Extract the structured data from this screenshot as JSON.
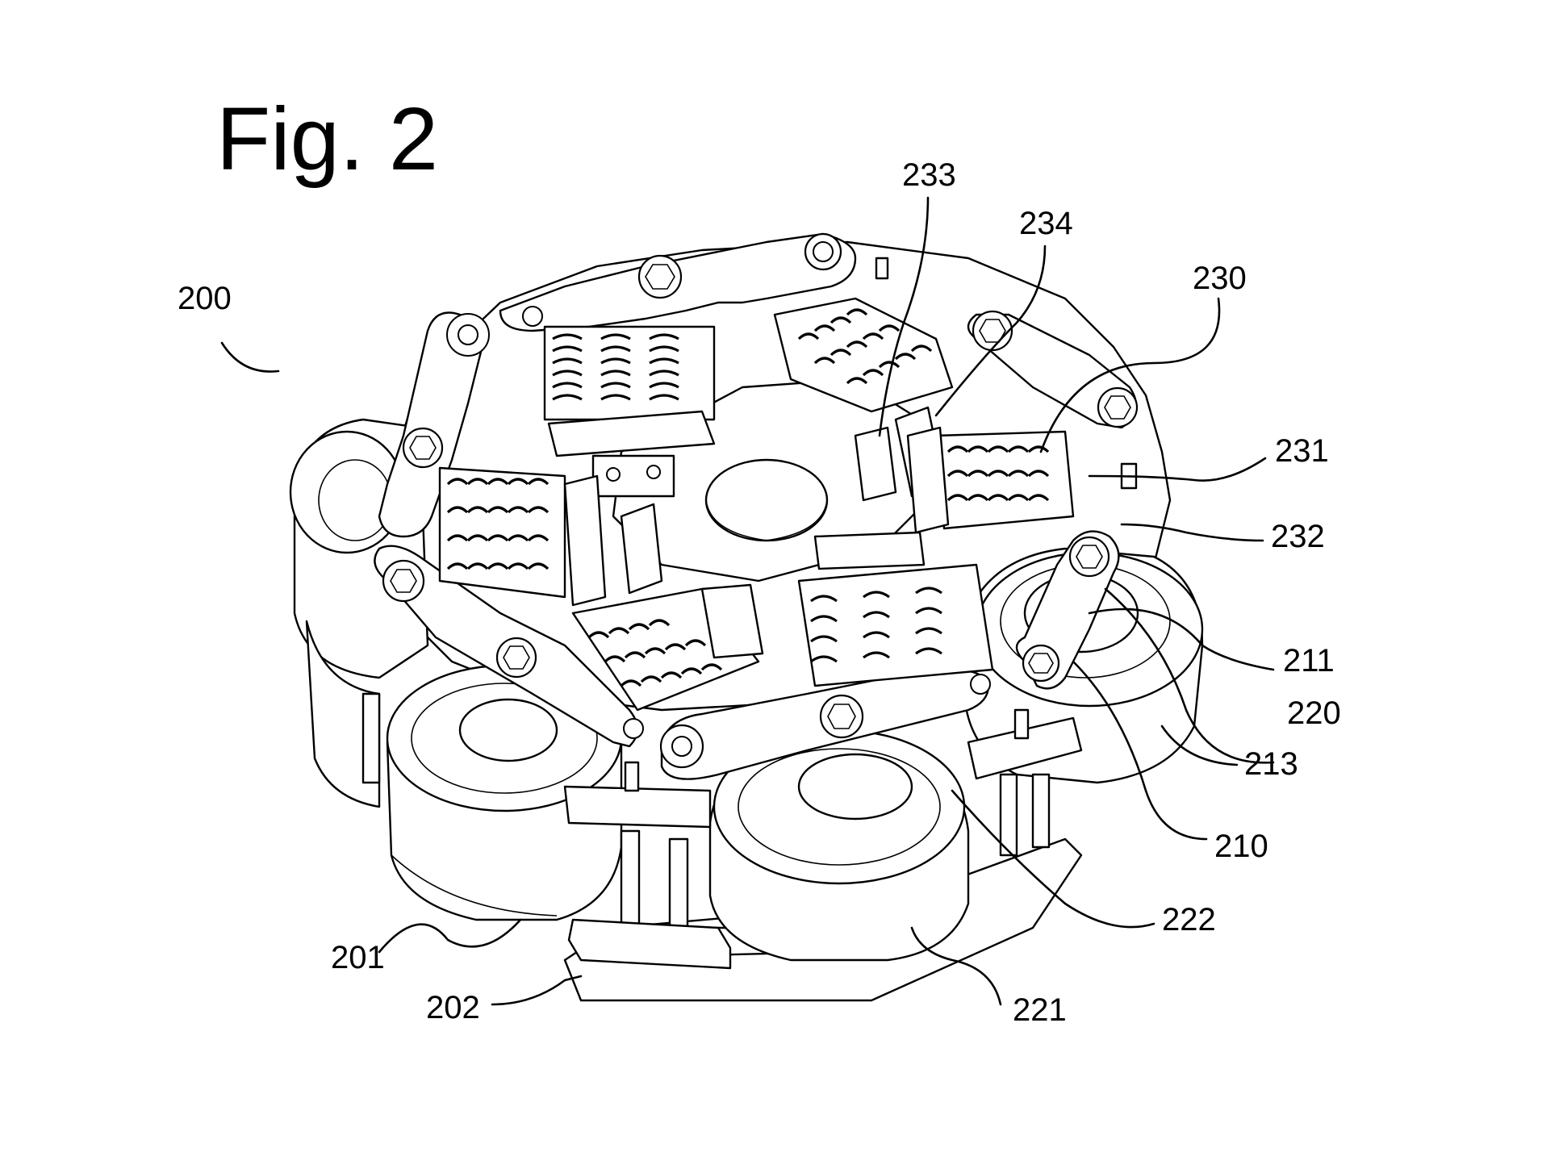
{
  "figure": {
    "title": "Fig. 2",
    "labels": [
      {
        "id": "200",
        "text": "200"
      },
      {
        "id": "201",
        "text": "201"
      },
      {
        "id": "202",
        "text": "202"
      },
      {
        "id": "210",
        "text": "210"
      },
      {
        "id": "211",
        "text": "211"
      },
      {
        "id": "213",
        "text": "213"
      },
      {
        "id": "220",
        "text": "220"
      },
      {
        "id": "221",
        "text": "221"
      },
      {
        "id": "222",
        "text": "222"
      },
      {
        "id": "230",
        "text": "230"
      },
      {
        "id": "231",
        "text": "231"
      },
      {
        "id": "232",
        "text": "232"
      },
      {
        "id": "233",
        "text": "233"
      },
      {
        "id": "234",
        "text": "234"
      }
    ]
  }
}
